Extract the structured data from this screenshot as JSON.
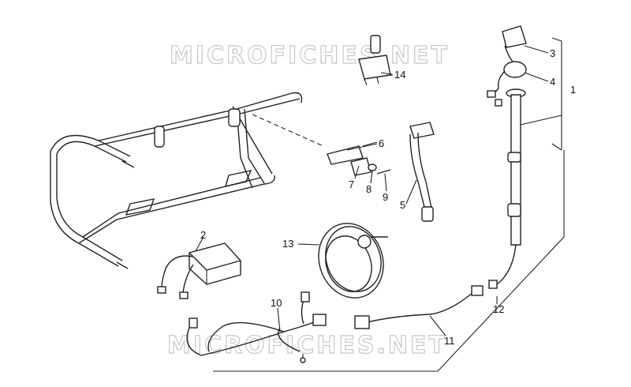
{
  "watermark": {
    "top": "MICROFICHES.NET",
    "bottom": "MICROFICHES.NET"
  },
  "callouts": [
    {
      "id": "1",
      "text": "1"
    },
    {
      "id": "2",
      "text": "2"
    },
    {
      "id": "3",
      "text": "3"
    },
    {
      "id": "4",
      "text": "4"
    },
    {
      "id": "5",
      "text": "5"
    },
    {
      "id": "6",
      "text": "6"
    },
    {
      "id": "7",
      "text": "7"
    },
    {
      "id": "8",
      "text": "8"
    },
    {
      "id": "9",
      "text": "9"
    },
    {
      "id": "10",
      "text": "10"
    },
    {
      "id": "11",
      "text": "11"
    },
    {
      "id": "12",
      "text": "12"
    },
    {
      "id": "13",
      "text": "13"
    },
    {
      "id": "14",
      "text": "14"
    }
  ]
}
